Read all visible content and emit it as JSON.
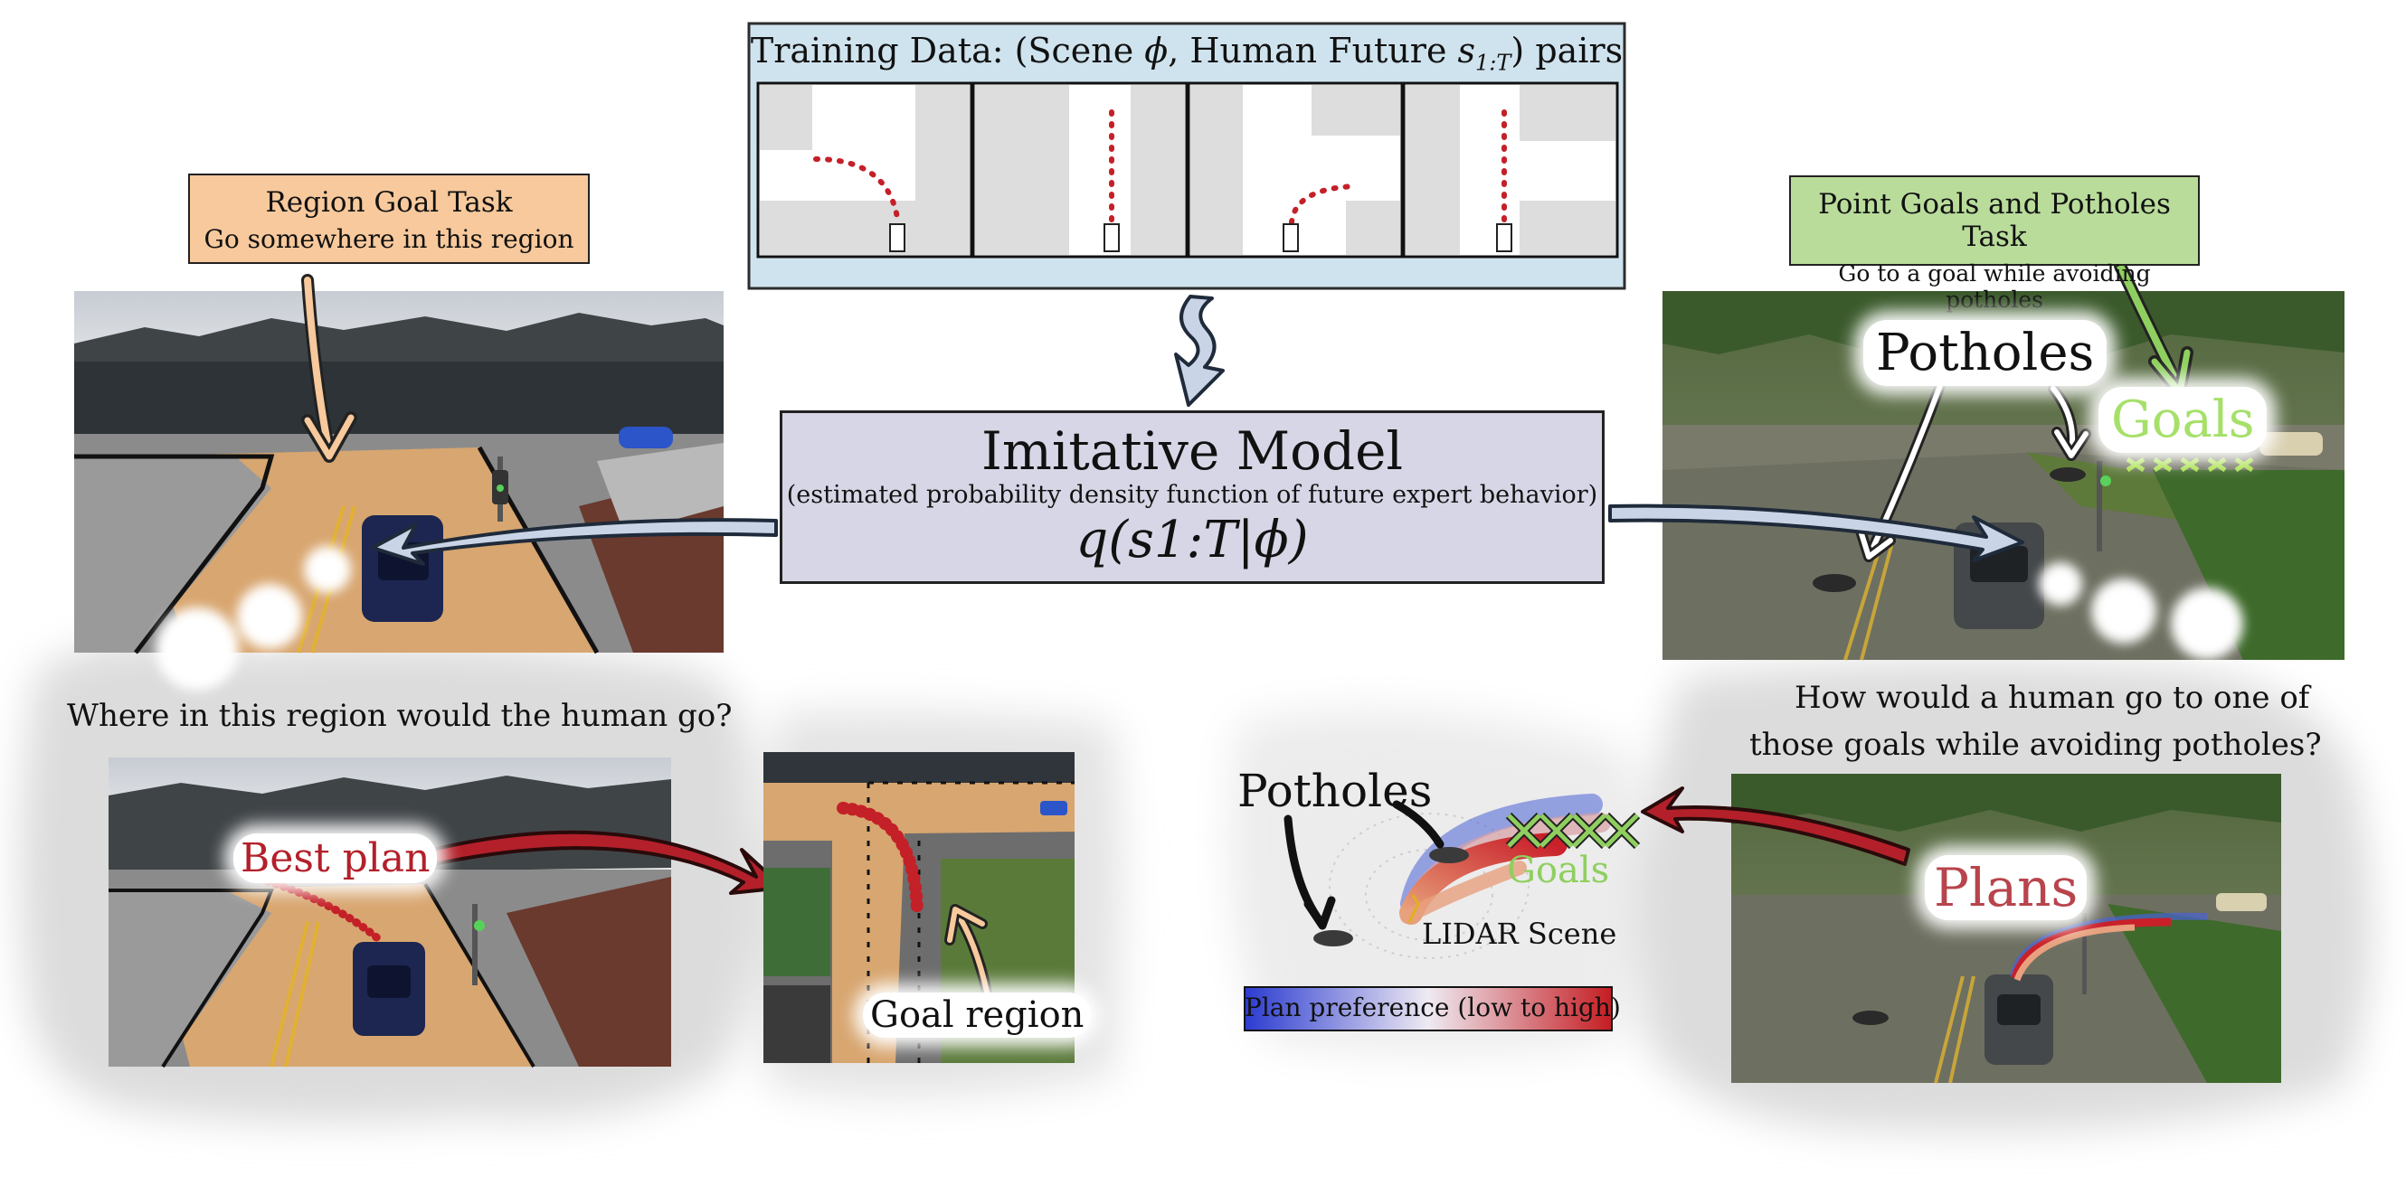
{
  "training": {
    "title_prefix": "Training Data: (Scene ",
    "title_phi": "ϕ",
    "title_mid": ", Human Future ",
    "title_s": "s",
    "title_sub": "1:T",
    "title_suffix": ") pairs"
  },
  "model": {
    "title": "Imitative Model",
    "subtitle": "(estimated probability density function of future expert behavior)",
    "formula": "q(s1:T|ϕ)"
  },
  "left_task": {
    "title": "Region Goal Task",
    "subtitle": "Go somewhere in this region",
    "question": "Where in this region would the human go?",
    "best_plan": "Best plan",
    "goal_region": "Goal region"
  },
  "right_task": {
    "title": "Point Goals and Potholes Task",
    "subtitle": "Go to a goal while avoiding potholes",
    "potholes": "Potholes",
    "goals": "Goals",
    "question_line1": "How would a human go to one of",
    "question_line2": "those goals while avoiding potholes?",
    "plans": "Plans",
    "lidar_potholes": "Potholes",
    "lidar_goals": "Goals",
    "lidar_scene": "LIDAR Scene",
    "preference": "Plan preference (low to high)"
  },
  "colors": {
    "training_bg": "#cfe3ee",
    "model_bg": "#d7d6e6",
    "left_label_bg": "#f7c99c",
    "right_label_bg": "#b9dc9b",
    "road_orange": "#d8a670",
    "plan_red": "#b3202a",
    "goal_green": "#8fcf5f",
    "arrow_fill": "#c9d5e6"
  }
}
